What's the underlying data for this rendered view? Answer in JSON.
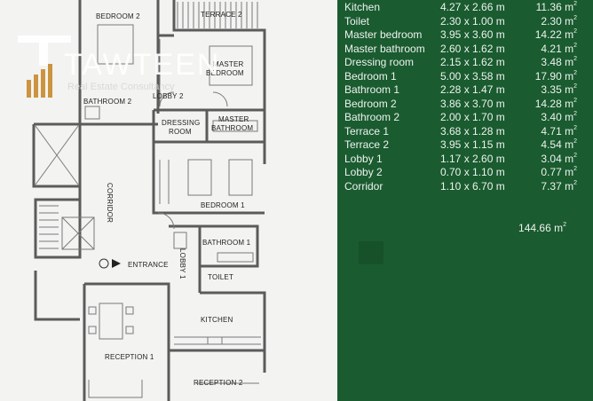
{
  "areas": {
    "rows": [
      {
        "room": "Kitchen",
        "dim": "4.27 x 2.66 m",
        "area": "11.36 m",
        "unit_sup": "2"
      },
      {
        "room": "Toilet",
        "dim": "2.30 x 1.00 m",
        "area": "2.30 m",
        "unit_sup": "2"
      },
      {
        "room": "Master bedroom",
        "dim": "3.95 x 3.60 m",
        "area": "14.22 m",
        "unit_sup": "2"
      },
      {
        "room": "Master bathroom",
        "dim": "2.60 x 1.62 m",
        "area": "4.21 m",
        "unit_sup": "2"
      },
      {
        "room": "Dressing room",
        "dim": "2.15 x 1.62 m",
        "area": "3.48 m",
        "unit_sup": "2"
      },
      {
        "room": "Bedroom 1",
        "dim": "5.00 x 3.58 m",
        "area": "17.90 m",
        "unit_sup": "2"
      },
      {
        "room": "Bathroom 1",
        "dim": "2.28 x 1.47 m",
        "area": "3.35 m",
        "unit_sup": "2"
      },
      {
        "room": "Bedroom 2",
        "dim": "3.86 x 3.70 m",
        "area": "14.28 m",
        "unit_sup": "2"
      },
      {
        "room": "Bathroom 2",
        "dim": "2.00 x 1.70 m",
        "area": "3.40 m",
        "unit_sup": "2"
      },
      {
        "room": "Terrace 1",
        "dim": "3.68 x 1.28 m",
        "area": "4.71 m",
        "unit_sup": "2"
      },
      {
        "room": "Terrace 2",
        "dim": "3.95 x 1.15 m",
        "area": "4.54 m",
        "unit_sup": "2"
      },
      {
        "room": "Lobby 1",
        "dim": "1.17 x 2.60 m",
        "area": "3.04 m",
        "unit_sup": "2"
      },
      {
        "room": "Lobby 2",
        "dim": "0.70 x 1.10 m",
        "area": "0.77 m",
        "unit_sup": "2"
      },
      {
        "room": "Corridor",
        "dim": "1.10 x 6.70 m",
        "area": "7.37 m",
        "unit_sup": "2"
      }
    ],
    "total": "144.66 m",
    "total_sup": "2"
  },
  "plan_labels": {
    "bedroom2": "BEDROOM 2",
    "terrace2": "TERRACE 2",
    "master_bedroom_1": "MASTER",
    "master_bedroom_2": "BEDROOM",
    "lobby2": "LOBBY 2",
    "bathroom2": "BATHROOM 2",
    "dressing_1": "DRESSING",
    "dressing_2": "ROOM",
    "master_bath_1": "MASTER",
    "master_bath_2": "BATHROOM",
    "corridor": "CORRIDOR",
    "bedroom1": "BEDROOM 1",
    "bathroom1": "BATHROOM 1",
    "entrance": "ENTRANCE",
    "lobby1": "LOBBY 1",
    "toilet": "TOILET",
    "kitchen": "KITCHEN",
    "reception1": "RECEPTION 1",
    "reception2": "RECEPTION 2"
  },
  "watermark": {
    "brand": "TAWTEEN",
    "tagline": "Real Estate Consultancy"
  },
  "colors": {
    "panel_bg": "#1a5b30",
    "wall": "#5a5a5a",
    "logo_accent": "#c88a2a"
  }
}
